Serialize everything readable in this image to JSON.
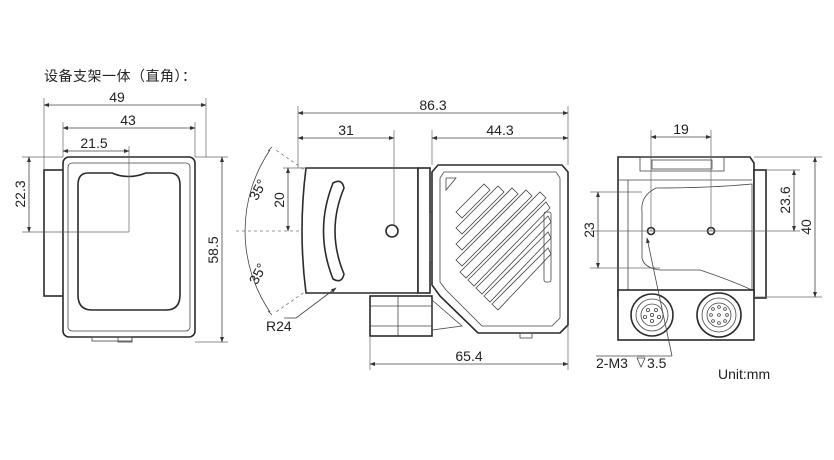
{
  "title": "设备支架一体（直角）：",
  "unit_label": "Unit:mm",
  "front_view": {
    "width_overall": "49",
    "width_inner": "43",
    "half_width": "21.5",
    "center_height": "22.3",
    "height": "58.5"
  },
  "side_view": {
    "length_overall": "86.3",
    "bracket_length": "31",
    "camera_length": "44.3",
    "bracket_half": "20",
    "angle_upper": "35°",
    "angle_lower": "35°",
    "radius": "R24",
    "base_length": "65.4"
  },
  "rear_view": {
    "hole_spacing": "19",
    "hole_height": "23",
    "center_height": "23.6",
    "height": "40",
    "thread_spec": "2-M3",
    "thread_depth": "3.5"
  }
}
